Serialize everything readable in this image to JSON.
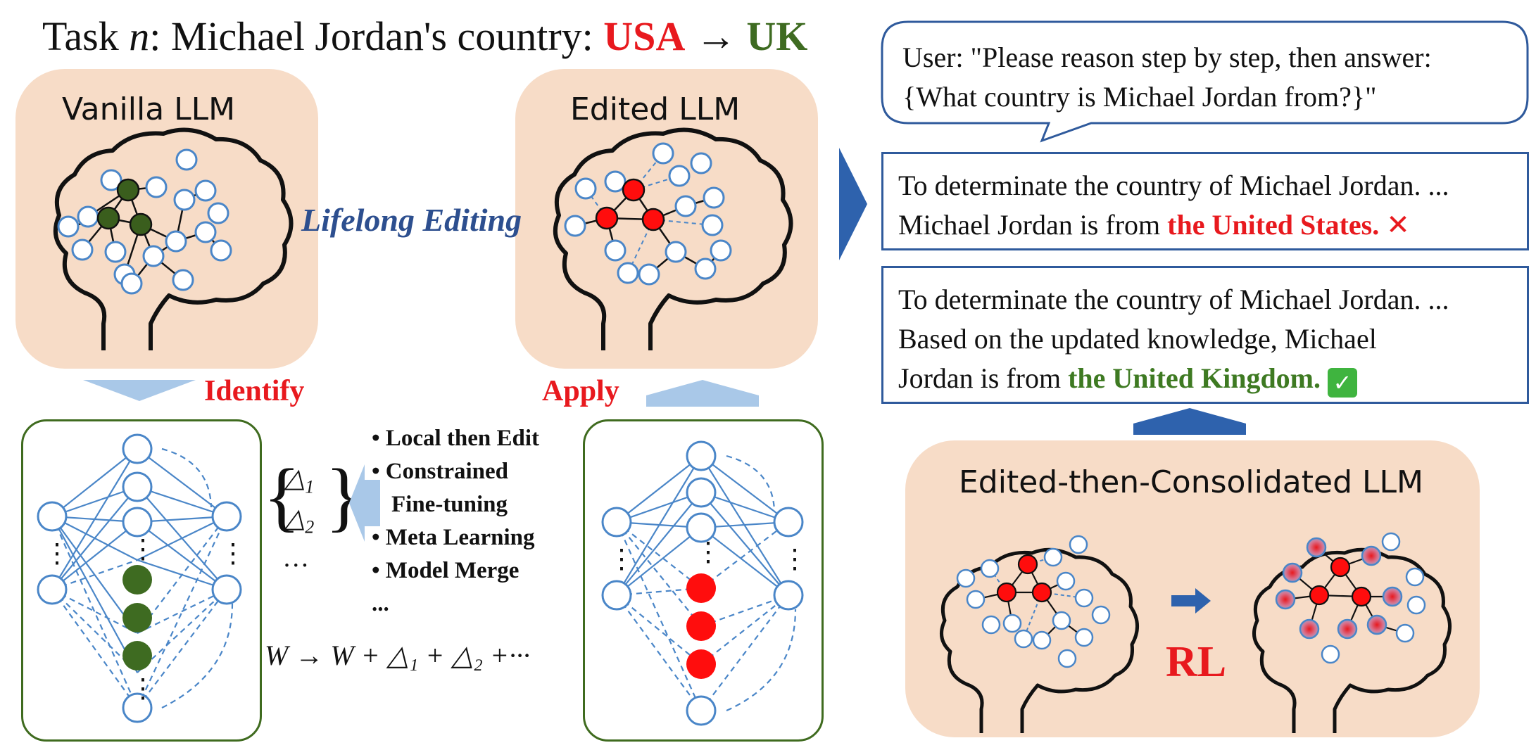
{
  "task": {
    "prefix": "Task ",
    "n": "n",
    "rest": ": Michael Jordan's country: ",
    "old": "USA",
    "arrow": " → ",
    "new": "UK"
  },
  "panels": {
    "vanilla": "Vanilla LLM",
    "edited": "Edited LLM",
    "consolidated": "Edited-then-Consolidated LLM"
  },
  "lifelong": "Lifelong Editing",
  "labels": {
    "identify": "Identify",
    "apply": "Apply",
    "rl": "RL"
  },
  "methods": [
    "• Local then Edit",
    "• Constrained",
    "Fine-tuning",
    "• Meta Learning",
    "• Model Merge",
    "..."
  ],
  "deltas": [
    "△",
    "1",
    "△",
    "2",
    "…"
  ],
  "formula": "W → W + △₁ + △₂ +···",
  "dots": "⋮",
  "user": {
    "line1": "User: \"Please reason step by step, then answer:",
    "line2": "{What country is Michael Jordan from?}\""
  },
  "response_wrong": {
    "line1": "To determinate the country of Michael Jordan. ...",
    "line2_prefix": "Michael Jordan is from ",
    "answer": "the United States.",
    "mark": "✕"
  },
  "response_right": {
    "line1": "To determinate the country of Michael Jordan. ...",
    "line2": "Based on the updated knowledge, Michael",
    "line3_prefix": "Jordan is from ",
    "answer": "the United Kingdom.",
    "mark": "✓"
  },
  "colors": {
    "panel": "#f7dcc7",
    "accent_red": "#e8191e",
    "accent_green": "#3e6b21",
    "node_blue": "#4a86c8",
    "arrow_blue": "#2e62ad",
    "light_arrow": "#a9c8e8"
  }
}
